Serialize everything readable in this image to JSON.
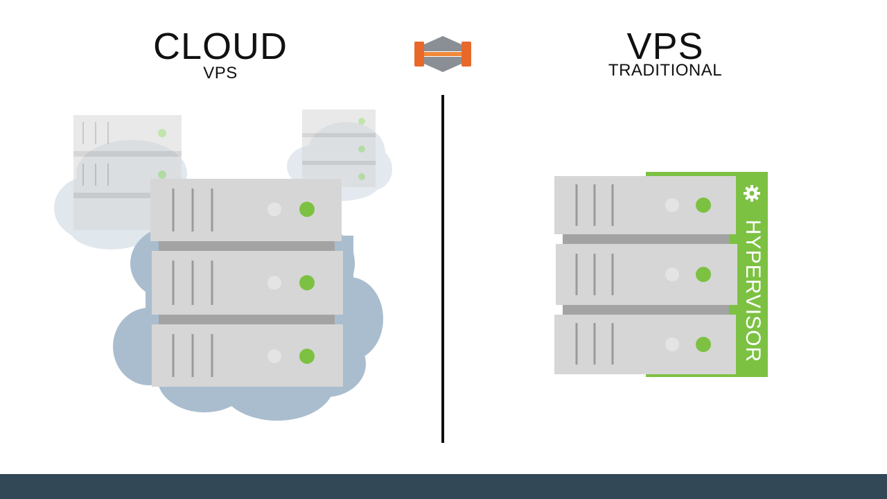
{
  "cloud_section": {
    "title": "CLOUD",
    "subtitle": "VPS"
  },
  "traditional_section": {
    "title": "VPS",
    "subtitle": "TRADITIONAL"
  },
  "hypervisor": {
    "label": "HYPERVISOR",
    "icon": "gear-icon"
  },
  "logo": {
    "icon": "brand-logo-icon"
  },
  "colors": {
    "accent_green": "#7dc143",
    "server_gray": "#d6d6d6",
    "cloud_blue": "#a9bdce",
    "brand_orange": "#e8682a",
    "bottom_bar": "#324856",
    "divider": "#0d0d0d"
  }
}
